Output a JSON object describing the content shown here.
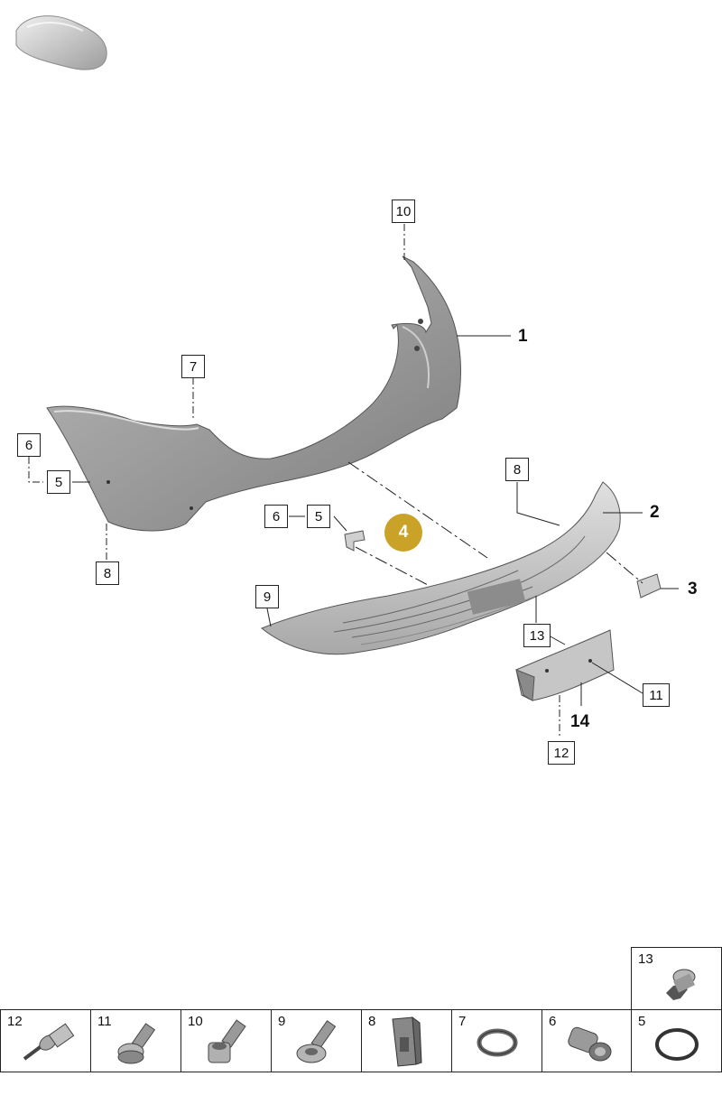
{
  "callouts": {
    "c10": "10",
    "c1": "1",
    "c7": "7",
    "c6a": "6",
    "c5a": "5",
    "c8a": "8",
    "c6b": "6",
    "c5b": "5",
    "c4": "4",
    "c8b": "8",
    "c2": "2",
    "c3": "3",
    "c9": "9",
    "c13": "13",
    "c11": "11",
    "c14": "14",
    "c12": "12"
  },
  "highlight_color": "#c9a227",
  "parts_table": [
    {
      "number": "13",
      "icon": "screw-13-icon"
    },
    {
      "number": "12",
      "icon": "rivet-icon"
    },
    {
      "number": "11",
      "icon": "bolt-11-icon"
    },
    {
      "number": "10",
      "icon": "bolt-10-icon"
    },
    {
      "number": "9",
      "icon": "screw-9-icon"
    },
    {
      "number": "8",
      "icon": "clip-icon"
    },
    {
      "number": "7",
      "icon": "sensor-ring-icon"
    },
    {
      "number": "6",
      "icon": "sensor-icon"
    },
    {
      "number": "5",
      "icon": "seal-ring-icon"
    }
  ]
}
